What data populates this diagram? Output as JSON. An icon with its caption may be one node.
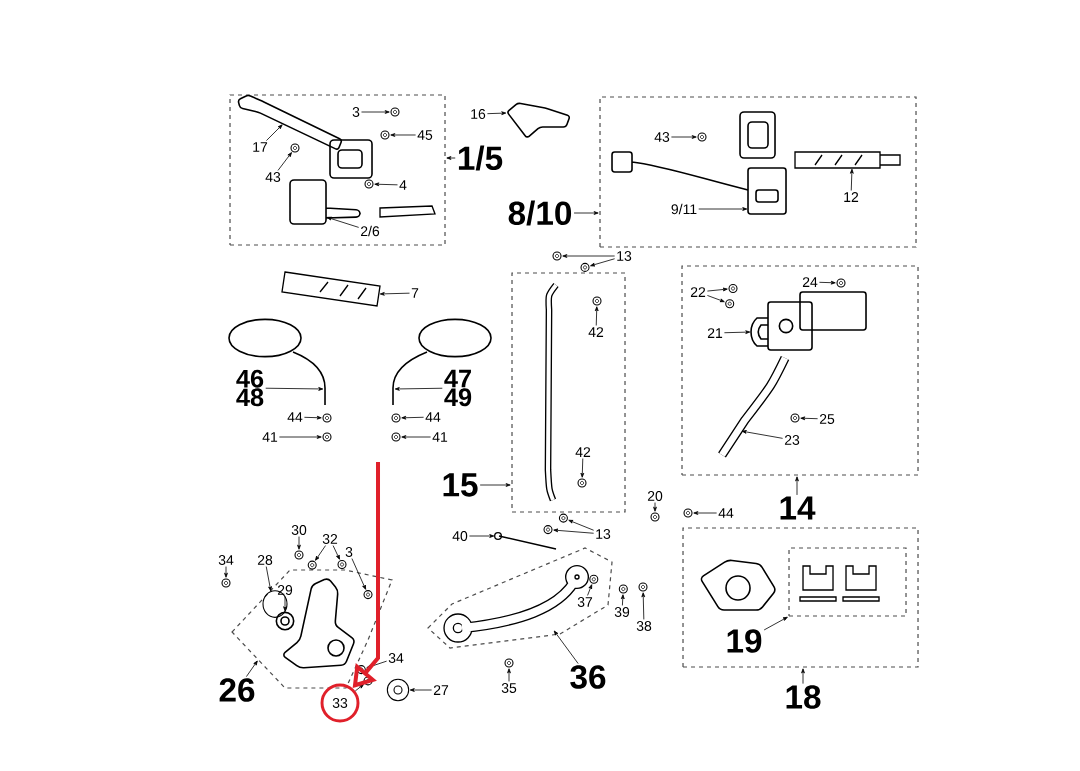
{
  "diagram": {
    "nodes": [
      {
        "text": [],
        "shape": "box"
      },
      {
        "text": [
          "3"
        ],
        "in": 0
      },
      {
        "text": [
          "45"
        ],
        "in": 0
      },
      {
        "text": [
          "17"
        ],
        "in": 0
      },
      {
        "text": [
          "43"
        ],
        "in": 0
      },
      {
        "text": [
          "4"
        ],
        "in": 0
      },
      {
        "text": [
          "2/6"
        ],
        "in": 0
      },
      {
        "text": [
          "16"
        ]
      },
      {
        "text": [
          "1/5"
        ]
      },
      {
        "text": [],
        "shape": "box"
      },
      {
        "text": [
          "43"
        ],
        "in": 9
      },
      {
        "text": [
          "9/11"
        ],
        "in": 9
      },
      {
        "text": [
          "12"
        ],
        "in": 9
      },
      {
        "text": [
          "8/10"
        ]
      },
      {
        "text": [
          "13"
        ]
      },
      {
        "text": [
          "7"
        ]
      },
      {
        "text": [],
        "shape": "box"
      },
      {
        "text": [
          "42"
        ],
        "in": 16
      },
      {
        "text": [
          "42"
        ],
        "in": 16
      },
      {
        "text": [],
        "shape": "box"
      },
      {
        "text": [
          "24"
        ],
        "in": 19
      },
      {
        "text": [
          "22"
        ],
        "in": 19
      },
      {
        "text": [
          "21"
        ],
        "in": 19
      },
      {
        "text": [
          "25"
        ],
        "in": 19
      },
      {
        "text": [
          "23"
        ],
        "in": 19
      },
      {
        "text": [
          "46",
          "48"
        ]
      },
      {
        "text": [
          "47",
          "49"
        ]
      },
      {
        "text": [
          "44"
        ]
      },
      {
        "text": [
          "44"
        ]
      },
      {
        "text": [
          "41"
        ]
      },
      {
        "text": [
          "41"
        ]
      },
      {
        "text": [
          "15"
        ]
      },
      {
        "text": [
          "14"
        ]
      },
      {
        "text": [
          "20"
        ]
      },
      {
        "text": [
          "44"
        ]
      },
      {
        "text": [],
        "shape": "box"
      },
      {
        "text": [],
        "shape": "box",
        "in": 35
      },
      {
        "text": [
          "19"
        ],
        "in": 35
      },
      {
        "text": [
          "18"
        ]
      },
      {
        "text": [],
        "shape": "polygon"
      },
      {
        "text": [
          "34"
        ]
      },
      {
        "text": [
          "28"
        ]
      },
      {
        "text": [
          "30"
        ]
      },
      {
        "text": [
          "32"
        ]
      },
      {
        "text": [
          "3"
        ]
      },
      {
        "text": [
          "29"
        ],
        "in": 39
      },
      {
        "text": [
          "26"
        ]
      },
      {
        "text": [
          "34"
        ]
      },
      {
        "text": [
          "33"
        ]
      },
      {
        "text": [
          "27"
        ]
      },
      {
        "text": [
          "40"
        ]
      },
      {
        "text": [
          "13"
        ]
      },
      {
        "text": [],
        "shape": "polygon"
      },
      {
        "text": [
          "37"
        ],
        "in": 52
      },
      {
        "text": [
          "39"
        ]
      },
      {
        "text": [
          "38"
        ]
      },
      {
        "text": [
          "35"
        ]
      },
      {
        "text": [
          "36"
        ]
      },
      {
        "text": [],
        "shape": "picture",
        "in": 0
      },
      {
        "text": [],
        "shape": "picture",
        "in": 0
      },
      {
        "text": [],
        "shape": "picture",
        "in": 0
      },
      {
        "text": [],
        "shape": "picture",
        "in": 0
      },
      {
        "text": [],
        "shape": "picture",
        "in": 0
      },
      {
        "text": [],
        "shape": "picture",
        "in": 0
      },
      {
        "text": [],
        "shape": "picture"
      },
      {
        "text": [],
        "shape": "picture",
        "in": 9
      },
      {
        "text": [],
        "shape": "picture",
        "in": 9
      },
      {
        "text": [],
        "shape": "picture",
        "in": 9
      },
      {
        "text": [],
        "shape": "picture"
      },
      {
        "text": [],
        "shape": "picture"
      },
      {
        "text": [],
        "shape": "picture"
      },
      {
        "text": [],
        "shape": "picture",
        "in": 16
      },
      {
        "text": [],
        "shape": "picture",
        "in": 16
      },
      {
        "text": [],
        "shape": "picture",
        "in": 19
      },
      {
        "text": [],
        "shape": "picture",
        "in": 19
      },
      {
        "text": [],
        "shape": "picture",
        "in": 19
      },
      {
        "text": [],
        "shape": "picture",
        "in": 19
      },
      {
        "text": [],
        "shape": "picture",
        "in": 19
      },
      {
        "text": [],
        "shape": "picture",
        "in": 19
      },
      {
        "text": [],
        "shape": "picture"
      },
      {
        "text": [],
        "shape": "picture"
      },
      {
        "text": [],
        "shape": "picture"
      },
      {
        "text": [],
        "shape": "picture"
      },
      {
        "text": [],
        "shape": "picture"
      },
      {
        "text": [],
        "shape": "picture"
      },
      {
        "text": [],
        "shape": "picture"
      },
      {
        "text": [],
        "shape": "picture"
      },
      {
        "text": [],
        "shape": "picture"
      },
      {
        "text": [],
        "shape": "picture",
        "in": 39
      },
      {
        "text": [],
        "shape": "picture"
      },
      {
        "text": [],
        "shape": "picture"
      },
      {
        "text": [],
        "shape": "picture"
      },
      {
        "text": [],
        "shape": "picture",
        "in": 39
      },
      {
        "text": [],
        "shape": "picture",
        "in": 39
      },
      {
        "text": [],
        "shape": "picture"
      },
      {
        "text": [],
        "shape": "picture"
      },
      {
        "text": [],
        "shape": "picture"
      },
      {
        "text": [],
        "shape": "picture"
      },
      {
        "text": [],
        "shape": "picture"
      },
      {
        "text": [],
        "shape": "picture"
      },
      {
        "text": [],
        "shape": "picture",
        "in": 52
      },
      {
        "text": [],
        "shape": "picture"
      },
      {
        "text": [],
        "shape": "picture"
      },
      {
        "text": [],
        "shape": "picture"
      }
    ],
    "edges": [
      {
        "from": 1,
        "to": 58,
        "arrow": "to"
      },
      {
        "from": 2,
        "to": 59,
        "arrow": "to"
      },
      {
        "from": 3,
        "to": 60,
        "arrow": "to"
      },
      {
        "from": 4,
        "to": 61,
        "arrow": "to"
      },
      {
        "from": 5,
        "to": 62,
        "arrow": "to"
      },
      {
        "from": 6,
        "to": 63,
        "arrow": "to"
      },
      {
        "from": 8,
        "to": 0,
        "arrow": "to"
      },
      {
        "from": 7,
        "to": 64,
        "arrow": "to"
      },
      {
        "from": 13,
        "to": 9,
        "arrow": "to"
      },
      {
        "from": 10,
        "to": 65,
        "arrow": "to"
      },
      {
        "from": 11,
        "to": 66,
        "arrow": "to"
      },
      {
        "from": 12,
        "to": 67,
        "arrow": "to"
      },
      {
        "from": 14,
        "to": 68,
        "arrow": "to"
      },
      {
        "from": 14,
        "to": 69,
        "arrow": "to"
      },
      {
        "from": 15,
        "to": 70,
        "arrow": "to"
      },
      {
        "from": 17,
        "to": 71,
        "arrow": "to"
      },
      {
        "from": 18,
        "to": 72,
        "arrow": "to"
      },
      {
        "from": 31,
        "to": 16,
        "arrow": "to"
      },
      {
        "from": 20,
        "to": 73,
        "arrow": "to"
      },
      {
        "from": 21,
        "to": 74,
        "arrow": "to"
      },
      {
        "from": 21,
        "to": 75,
        "arrow": "to"
      },
      {
        "from": 22,
        "to": 76,
        "arrow": "to"
      },
      {
        "from": 23,
        "to": 77,
        "arrow": "to"
      },
      {
        "from": 24,
        "to": 78,
        "arrow": "to"
      },
      {
        "from": 32,
        "to": 19,
        "arrow": "to"
      },
      {
        "from": 25,
        "to": 79,
        "arrow": "to"
      },
      {
        "from": 26,
        "to": 80,
        "arrow": "to"
      },
      {
        "from": 27,
        "to": 81,
        "arrow": "to"
      },
      {
        "from": 28,
        "to": 82,
        "arrow": "to"
      },
      {
        "from": 29,
        "to": 83,
        "arrow": "to"
      },
      {
        "from": 30,
        "to": 84,
        "arrow": "to"
      },
      {
        "from": 33,
        "to": 85,
        "arrow": "to"
      },
      {
        "from": 34,
        "to": 86,
        "arrow": "to"
      },
      {
        "from": 37,
        "to": 36,
        "arrow": "to"
      },
      {
        "from": 38,
        "to": 35,
        "arrow": "to"
      },
      {
        "from": 40,
        "to": 87,
        "arrow": "to"
      },
      {
        "from": 41,
        "to": 88,
        "arrow": "to"
      },
      {
        "from": 42,
        "to": 89,
        "arrow": "to"
      },
      {
        "from": 43,
        "to": 90,
        "arrow": "to"
      },
      {
        "from": 43,
        "to": 91,
        "arrow": "to"
      },
      {
        "from": 44,
        "to": 92,
        "arrow": "to"
      },
      {
        "from": 45,
        "to": 93,
        "arrow": "to"
      },
      {
        "from": 46,
        "to": 39,
        "arrow": "to"
      },
      {
        "from": 47,
        "to": 94,
        "arrow": "to"
      },
      {
        "from": 48,
        "to": 95,
        "arrow": "to"
      },
      {
        "from": 49,
        "to": 96,
        "arrow": "to"
      },
      {
        "from": 50,
        "to": 97,
        "arrow": "to"
      },
      {
        "from": 51,
        "to": 98,
        "arrow": "to"
      },
      {
        "from": 51,
        "to": 99,
        "arrow": "to"
      },
      {
        "from": 57,
        "to": 52,
        "arrow": "to"
      },
      {
        "from": 53,
        "to": 100,
        "arrow": "to"
      },
      {
        "from": 54,
        "to": 101,
        "arrow": "to"
      },
      {
        "from": 55,
        "to": 102,
        "arrow": "to"
      },
      {
        "from": 56,
        "to": 103,
        "arrow": "to"
      },
      {
        "from": null,
        "to": 48,
        "arrow": "to",
        "style": "thick",
        "color": "#e0202a"
      }
    ]
  }
}
